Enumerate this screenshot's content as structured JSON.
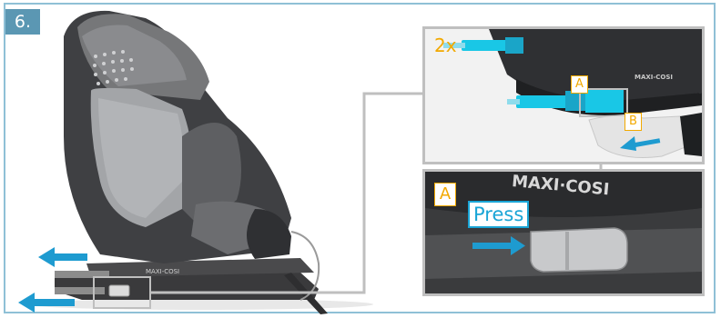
{
  "step": {
    "number": "6."
  },
  "top_panel": {
    "count_label": "2x",
    "marker_a": "A",
    "marker_b": "B",
    "brand": "MAXI-COSI"
  },
  "bottom_panel": {
    "marker_a": "A",
    "action_label": "Press",
    "brand": "MAXI·COSI"
  },
  "seat": {
    "base_brand": "MAXI-COSI"
  },
  "colors": {
    "frame": "#8fc0d6",
    "badge": "#5b97b3",
    "arrow": "#1e9bd0",
    "marker": "#f2a900",
    "connector": "#bfbfbf",
    "isofix_connector": "#19c7e6"
  }
}
